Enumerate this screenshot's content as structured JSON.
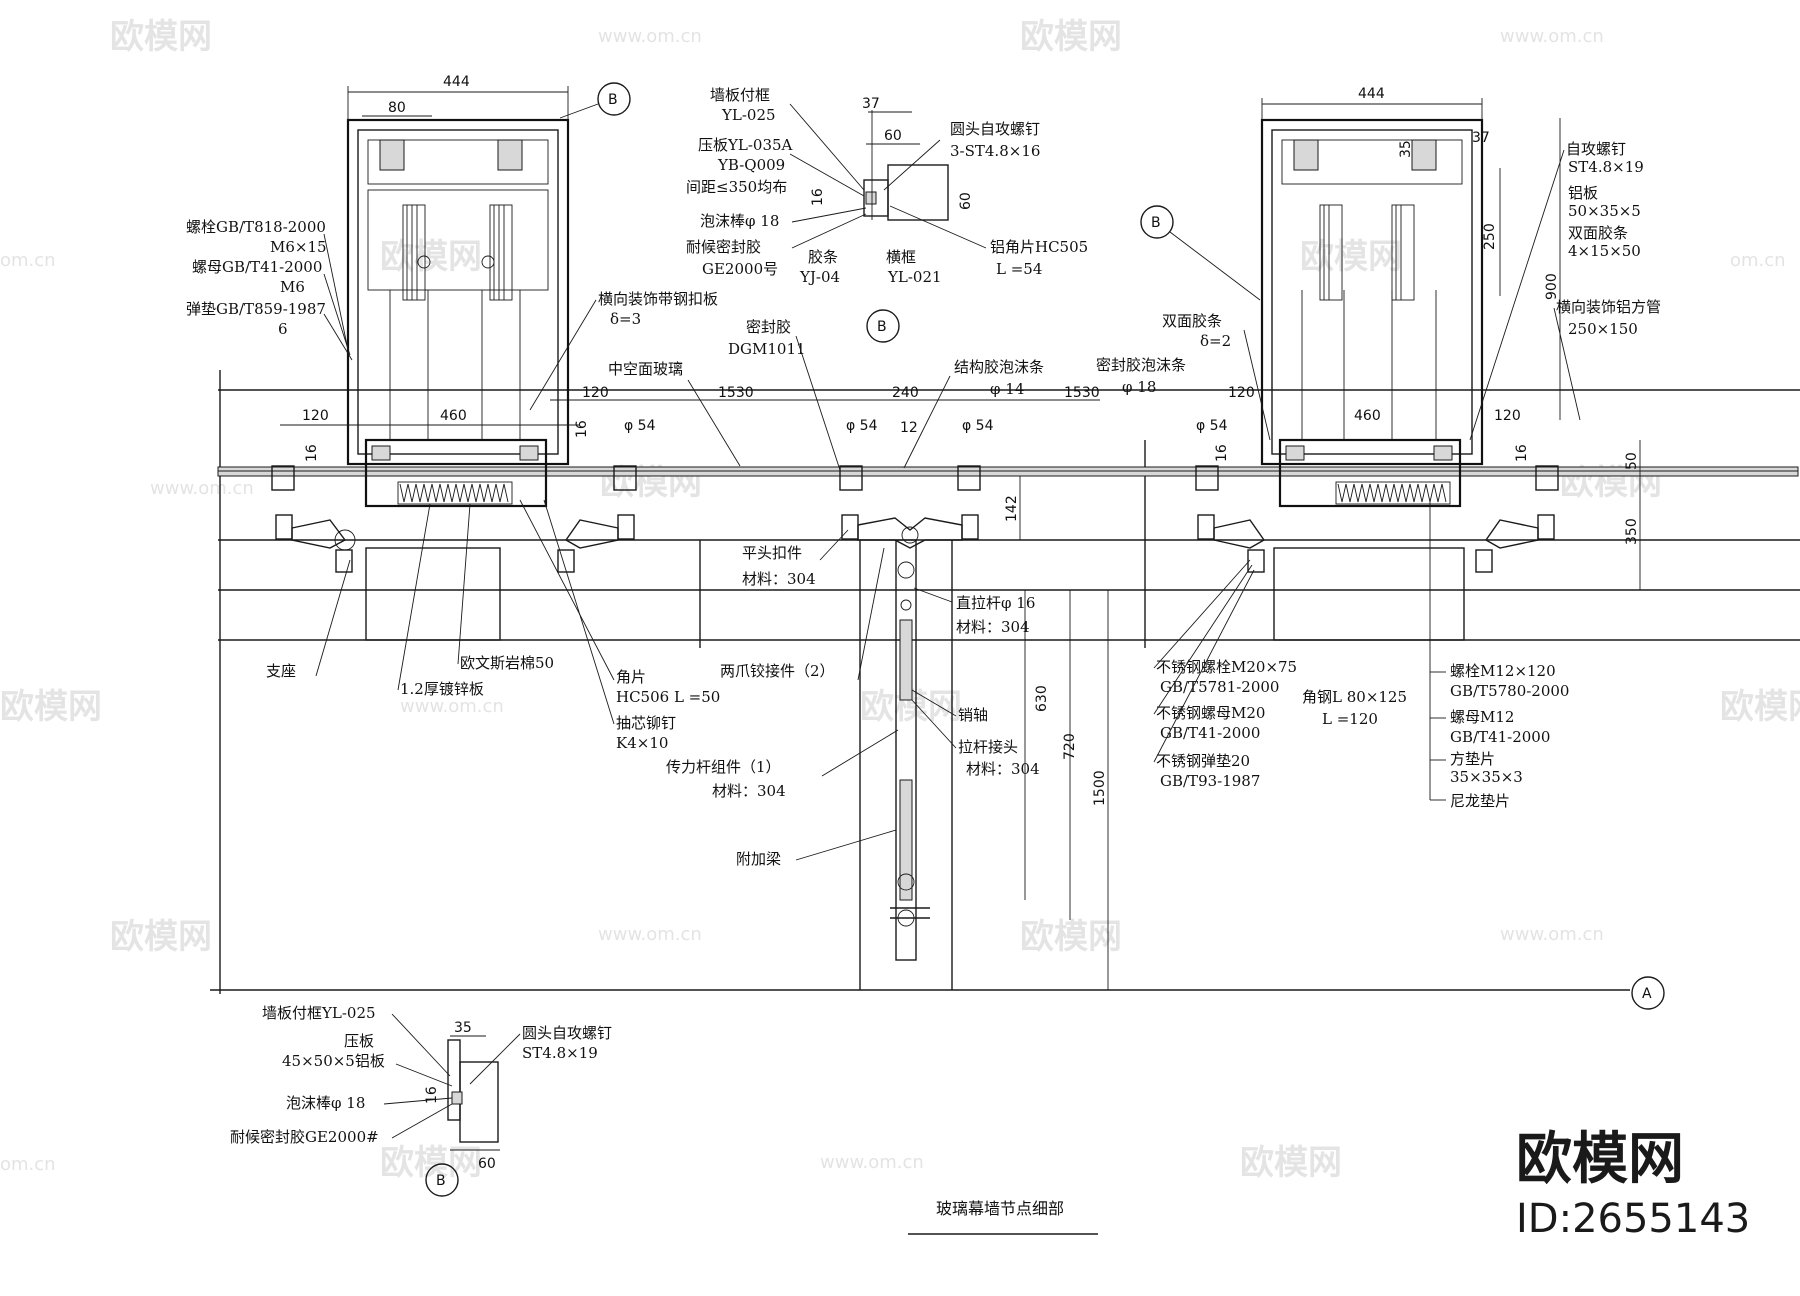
{
  "title": "玻璃幕墙节点细部",
  "brand": {
    "name": "欧模网",
    "id": "ID:2655143"
  },
  "watermarks": {
    "logo": "欧模网",
    "url": "www.om.cn",
    "short": "om.cn"
  },
  "axis_labels": {
    "a": "A",
    "b1": "B",
    "b2": "B",
    "b3": "B",
    "b4": "B"
  },
  "dims": {
    "d444_left": "444",
    "d80": "80",
    "d444_right": "444",
    "d35": "35",
    "d37_right": "37",
    "d250": "250",
    "d900": "900",
    "d120_a": "120",
    "d460_left": "460",
    "d120_b": "120",
    "d16_a": "16",
    "d54_a": "φ 54",
    "d16_b": "16",
    "d1530_a": "1530",
    "d240": "240",
    "d1530_b": "1530",
    "d12": "12",
    "d54_b": "φ 54",
    "d54_c": "φ 54",
    "d142": "142",
    "d120_c": "120",
    "d54_d": "φ 54",
    "d460_right": "460",
    "d120_d": "120",
    "d16_c": "16",
    "d16_d": "16",
    "d50": "50",
    "d350": "350",
    "d630": "630",
    "d720": "720",
    "d1500": "1500",
    "d37_top": "37",
    "d60_top": "60",
    "d16_top": "16",
    "d60_v": "60",
    "d35_bot": "35",
    "d16_bot": "16",
    "d60_bot": "60"
  },
  "labels_left": {
    "bolt": "螺栓GB/T818-2000",
    "bolt_size": "M6×15",
    "nut": "螺母GB/T41-2000",
    "nut_size": "M6",
    "washer": "弹垫GB/T859-1987",
    "washer_size": "6",
    "deco_plate": "横向装饰带钢扣板",
    "deco_plate_t": "δ=3",
    "sealant": "密封胶",
    "sealant_code": "DGM1011",
    "hollow_glass": "中空面玻璃",
    "struct_foam": "结构胶泡沫条",
    "struct_foam_d": "φ 14",
    "seal_foam": "密封胶泡沫条",
    "seal_foam_d": "φ 18",
    "flat_cap": "平头扣件",
    "flat_cap_mat": "材料：304",
    "tie_rod": "直拉杆φ  16",
    "tie_rod_mat": "材料：304",
    "support": "支座",
    "galv_plate": "1.2厚镀锌板",
    "rock_wool": "欧文斯岩棉50",
    "angle": "角片",
    "angle_code": "HC506  L  =50",
    "rivet": "抽芯铆钉",
    "rivet_size": "K4×10",
    "two_claw": "两爪铰接件（2）",
    "pin": "销轴",
    "rod_joint": "拉杆接头",
    "rod_joint_mat": "材料：304",
    "force_rod": "传力杆组件（1）",
    "force_rod_mat": "材料：304",
    "extra_beam": "附加梁"
  },
  "labels_top_detail": {
    "frame": "墙板付框",
    "frame_code": "YL-025",
    "press": "压板YL-035A",
    "press_code": "YB-Q009",
    "spacing": "间距≤350均布",
    "foam_rod": "泡沫棒φ   18",
    "weather_seal": "耐候密封胶",
    "weather_seal_code": "GE2000号",
    "strip": "胶条",
    "strip_code": "YJ-04",
    "frame2": "横框",
    "frame2_code": "YL-021",
    "screw": "圆头自攻螺钉",
    "screw_code": "3-ST4.8×16",
    "alu_angle": "铝角片HC505",
    "alu_angle_l": "L  =54"
  },
  "labels_right": {
    "screw": "自攻螺钉",
    "screw_code": "ST4.8×19",
    "alu_plate": "铝板",
    "alu_plate_size": "50×35×5",
    "tape": "双面胶条",
    "tape_size": "4×15×50",
    "tape2": "双面胶条",
    "tape2_t": "δ=2",
    "deco_tube": "横向装饰铝方管",
    "deco_tube_size": "250×150",
    "ss_bolt": "不锈钢螺栓M20×75",
    "ss_bolt_std": "GB/T5781-2000",
    "ss_nut": "不锈钢螺母M20",
    "ss_nut_std": "GB/T41-2000",
    "ss_washer": "不锈钢弹垫20",
    "ss_washer_std": "GB/T93-1987",
    "angle_steel": "角钢L  80×125",
    "angle_steel_l": "L  =120",
    "bolt_m12": "螺栓M12×120",
    "bolt_m12_std": "GB/T5780-2000",
    "nut_m12": "螺母M12",
    "nut_m12_std": "GB/T41-2000",
    "square_washer": "方垫片",
    "square_washer_size": "35×35×3",
    "nylon": "尼龙垫片"
  },
  "labels_bottom_detail": {
    "frame": "墙板付框YL-025",
    "press": "压板",
    "press_size": "45×50×5铝板",
    "foam_rod": "泡沫棒φ   18",
    "weather_seal": "耐候密封胶GE2000#",
    "screw": "圆头自攻螺钉",
    "screw_code": "ST4.8×19"
  }
}
